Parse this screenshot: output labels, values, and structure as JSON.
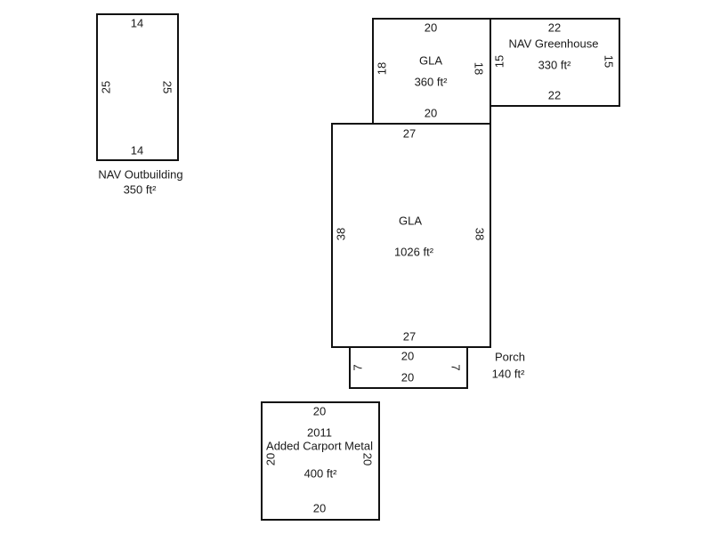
{
  "outbuilding": {
    "name": "NAV Outbuilding",
    "area": "350 ft²",
    "top": "14",
    "bottom": "14",
    "left": "25",
    "right": "25"
  },
  "gla_upper": {
    "name": "GLA",
    "area": "360 ft²",
    "top": "20",
    "bottom": "20",
    "left": "18",
    "right": "18"
  },
  "greenhouse": {
    "name": "NAV Greenhouse",
    "area": "330 ft²",
    "top": "22",
    "bottom": "22",
    "left": "15",
    "right": "15"
  },
  "gla_main": {
    "name": "GLA",
    "area": "1026 ft²",
    "top": "27",
    "bottom": "27",
    "left": "38",
    "right": "38"
  },
  "porch": {
    "name": "Porch",
    "area": "140 ft²",
    "top": "20",
    "bottom": "20",
    "left": "7",
    "right": "7"
  },
  "carport": {
    "year": "2011",
    "name": "Added Carport Metal",
    "area": "400 ft²",
    "top": "20",
    "bottom": "20",
    "left": "20",
    "right": "20"
  }
}
